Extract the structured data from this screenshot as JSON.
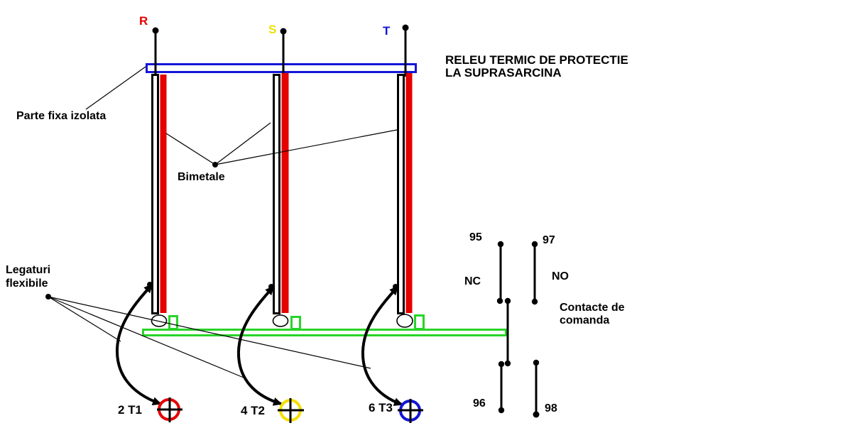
{
  "title": {
    "line1": "RELEU TERMIC DE PROTECTIE",
    "line2": "LA SUPRASARCINA"
  },
  "phases": [
    {
      "label": "R",
      "color": "#e60000"
    },
    {
      "label": "S",
      "color": "#f0df00"
    },
    {
      "label": "T",
      "color": "#1414d8"
    }
  ],
  "annotations": {
    "parte_fixa": "Parte fixa izolata",
    "bimetale": "Bimetale",
    "legaturi_line1": "Legaturi",
    "legaturi_line2": "flexibile",
    "contacte_line1": "Contacte de",
    "contacte_line2": "comanda"
  },
  "contacts": {
    "nc_label": "NC",
    "no_label": "NO",
    "nc_top": "95",
    "nc_bottom": "96",
    "no_top": "97",
    "no_bottom": "98"
  },
  "terminals": [
    {
      "label": "2 T1",
      "color": "#e60000"
    },
    {
      "label": "4 T2",
      "color": "#f5e000"
    },
    {
      "label": "6 T3",
      "color": "#1414d8"
    }
  ],
  "colors": {
    "red": "#e60000",
    "yellow": "#f5e000",
    "blue": "#1414d8",
    "green": "#28d428",
    "black": "#000000"
  }
}
